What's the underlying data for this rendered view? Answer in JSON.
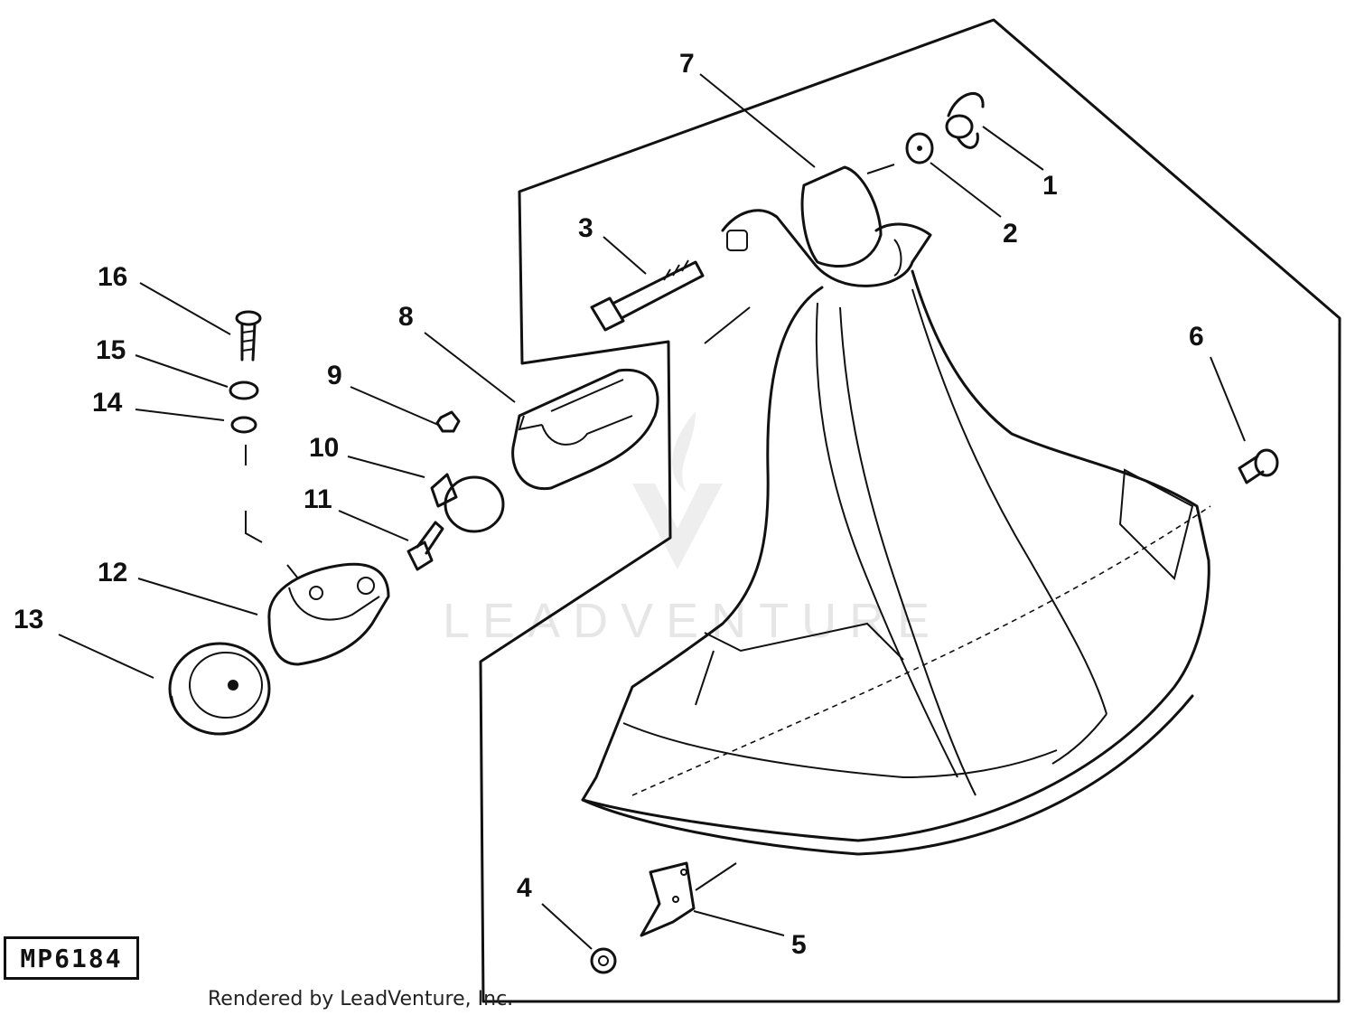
{
  "figure_id": "MP6184",
  "credit": "Rendered by LeadVenture, Inc.",
  "watermark": "LEADVENTURE",
  "callouts": [
    "1",
    "2",
    "3",
    "4",
    "5",
    "6",
    "7",
    "8",
    "9",
    "10",
    "11",
    "12",
    "13",
    "14",
    "15",
    "16"
  ],
  "colors": {
    "ink": "#111111",
    "watermark": "#e6e6e6",
    "background": "#ffffff"
  }
}
